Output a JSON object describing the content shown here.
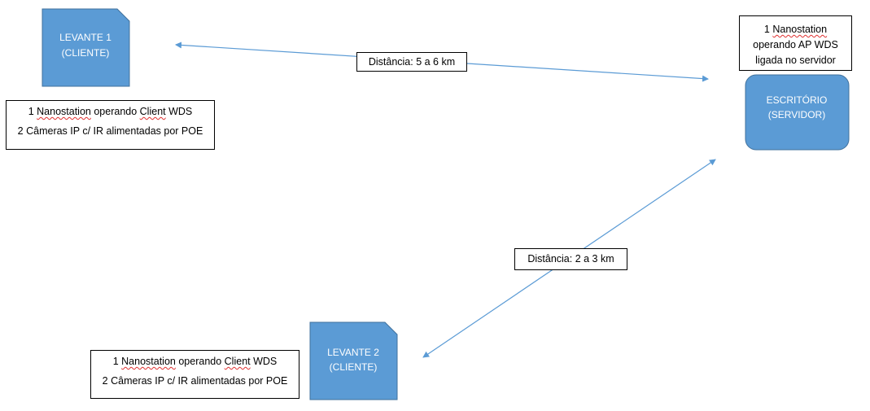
{
  "nodes": {
    "levante1": {
      "line1": "LEVANTE 1",
      "line2": "(CLIENTE)"
    },
    "levante2": {
      "line1": "LEVANTE 2",
      "line2": "(CLIENTE)"
    },
    "escritorio": {
      "line1": "ESCRITÓRIO",
      "line2": "(SERVIDOR)"
    }
  },
  "boxes": {
    "levante1_info": {
      "line1": {
        "prefix": "1 ",
        "nano": "Nanostation",
        "middle": " operando ",
        "client": "Client",
        "suffix": " WDS"
      },
      "line2": "2 Câmeras IP c/ IR alimentadas por POE"
    },
    "levante2_info": {
      "line1": {
        "prefix": "1 ",
        "nano": "Nanostation",
        "middle": " operando ",
        "client": "Client",
        "suffix": " WDS"
      },
      "line2": "2 Câmeras IP c/ IR alimentadas por POE"
    },
    "escritorio_info": {
      "line1": {
        "prefix": "1 ",
        "nano": "Nanostation"
      },
      "line2": "operando AP WDS",
      "line3": "ligada no servidor"
    }
  },
  "links": {
    "levante1_escritorio": "Distância: 5 a 6 km",
    "levante2_escritorio": "Distância: 2 a 3 km"
  },
  "colors": {
    "node_fill": "#5b9bd5",
    "node_stroke": "#41719c",
    "arrow": "#5b9bd5"
  }
}
